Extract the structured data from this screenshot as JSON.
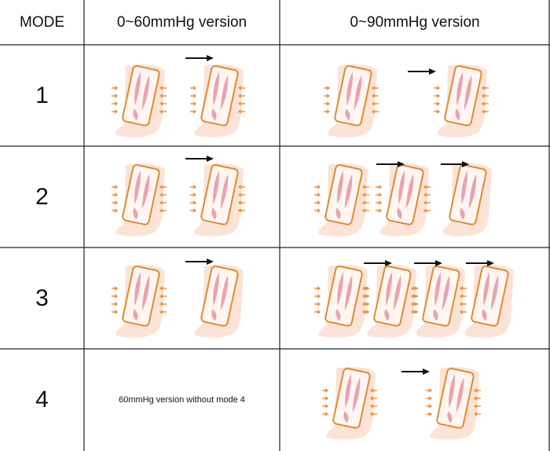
{
  "header": {
    "mode": "MODE",
    "v60": "0~60mmHg version",
    "v90": "0~90mmHg version"
  },
  "rows": [
    {
      "mode": "1"
    },
    {
      "mode": "2"
    },
    {
      "mode": "3"
    },
    {
      "mode": "4",
      "v60_note": "60mmHg version without mode 4"
    }
  ],
  "colors": {
    "cuff_outline": "#e08a2c",
    "pressure_arrow": "#f2903a",
    "skin": "#fbe3d7",
    "muscle": "#e9a3b0",
    "grid_line": "#222222"
  },
  "icons": {
    "leg": "leg-with-compression-cuff-icon",
    "step": "sequence-arrow-icon"
  }
}
